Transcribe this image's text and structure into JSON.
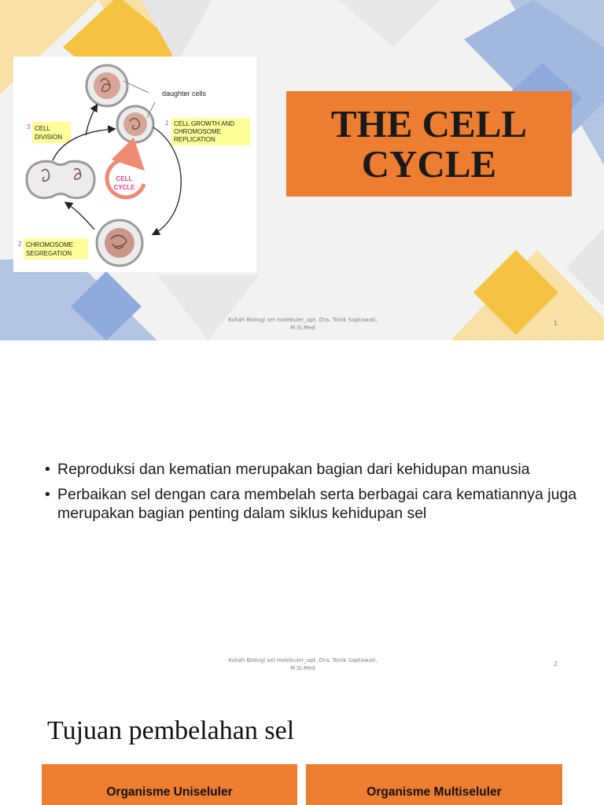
{
  "slide1": {
    "title_line1": "THE CELL",
    "title_line2": "CYCLE",
    "diagram": {
      "daughter_cells_label": "daughter cells",
      "step1_number": "1",
      "step1_line1": "CELL GROWTH AND",
      "step1_line2": "CHROMOSOME",
      "step1_line3": "REPLICATION",
      "step2_number": "2",
      "step2_line1": "CHROMOSOME",
      "step2_line2": "SEGREGATION",
      "step3_number": "3",
      "step3_line1": "CELL",
      "step3_line2": "DIVISION",
      "center_line1": "CELL",
      "center_line2": "CYCLE"
    },
    "footer_line1": "Kuliah Biologi sel molekuler_apt. Dra. Tonik Saptawati,",
    "footer_line2": "M.Si.Med",
    "page_number": "1"
  },
  "slide2": {
    "bullets": [
      "Reproduksi dan kematian merupakan bagian dari kehidupan manusia",
      "Perbaikan sel dengan cara membelah serta berbagai cara kematiannya juga merupakan bagian penting dalam siklus kehidupan sel"
    ],
    "bullet_glyph": "•",
    "footer_line1": "Kuliah Biologi sel molekuler_apt. Dra. Tonik Saptawati,",
    "footer_line2": "M.Si.Med",
    "page_number": "2"
  },
  "slide3": {
    "title": "Tujuan pembelahan sel",
    "box_left": "Organisme Uniseluler",
    "box_right": "Organisme Multiseluler"
  },
  "colors": {
    "accent_orange": "#ed7d31",
    "deco_yellow": "#f5c242",
    "deco_blue": "#8faadc",
    "label_yellow": "#ffff99",
    "step_number_pink": "#e0408a",
    "cycle_arrow_salmon": "#f08a73"
  }
}
